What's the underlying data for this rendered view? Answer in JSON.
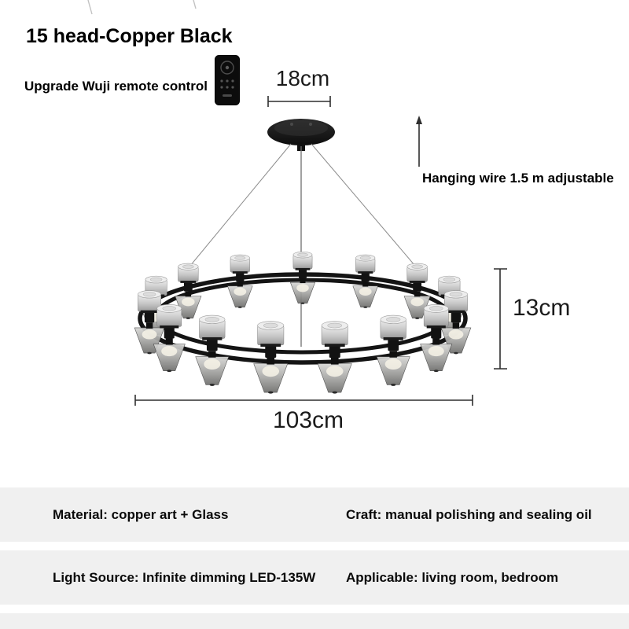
{
  "product": {
    "title": "15 head-Copper Black",
    "subtitle": "Upgrade Wuji remote control",
    "head_count": 15
  },
  "dimensions": {
    "canopy_width": "18cm",
    "wire_note": "Hanging wire 1.5 m adjustable",
    "fixture_height": "13cm",
    "fixture_diameter": "103cm"
  },
  "specs": {
    "rows": [
      {
        "left": "Material: copper art + Glass",
        "right": "Craft: manual polishing and sealing oil"
      },
      {
        "left": "Light Source: Infinite dimming LED-135W",
        "right": "Applicable: living room, bedroom"
      }
    ]
  },
  "icons": {
    "remote": "remote-control-icon"
  },
  "colors": {
    "background": "#ffffff",
    "fixture_black": "#141414",
    "spec_band_gray": "#f0f0f0",
    "glass_gray": "#b9b9b9",
    "text_black": "#000000"
  }
}
